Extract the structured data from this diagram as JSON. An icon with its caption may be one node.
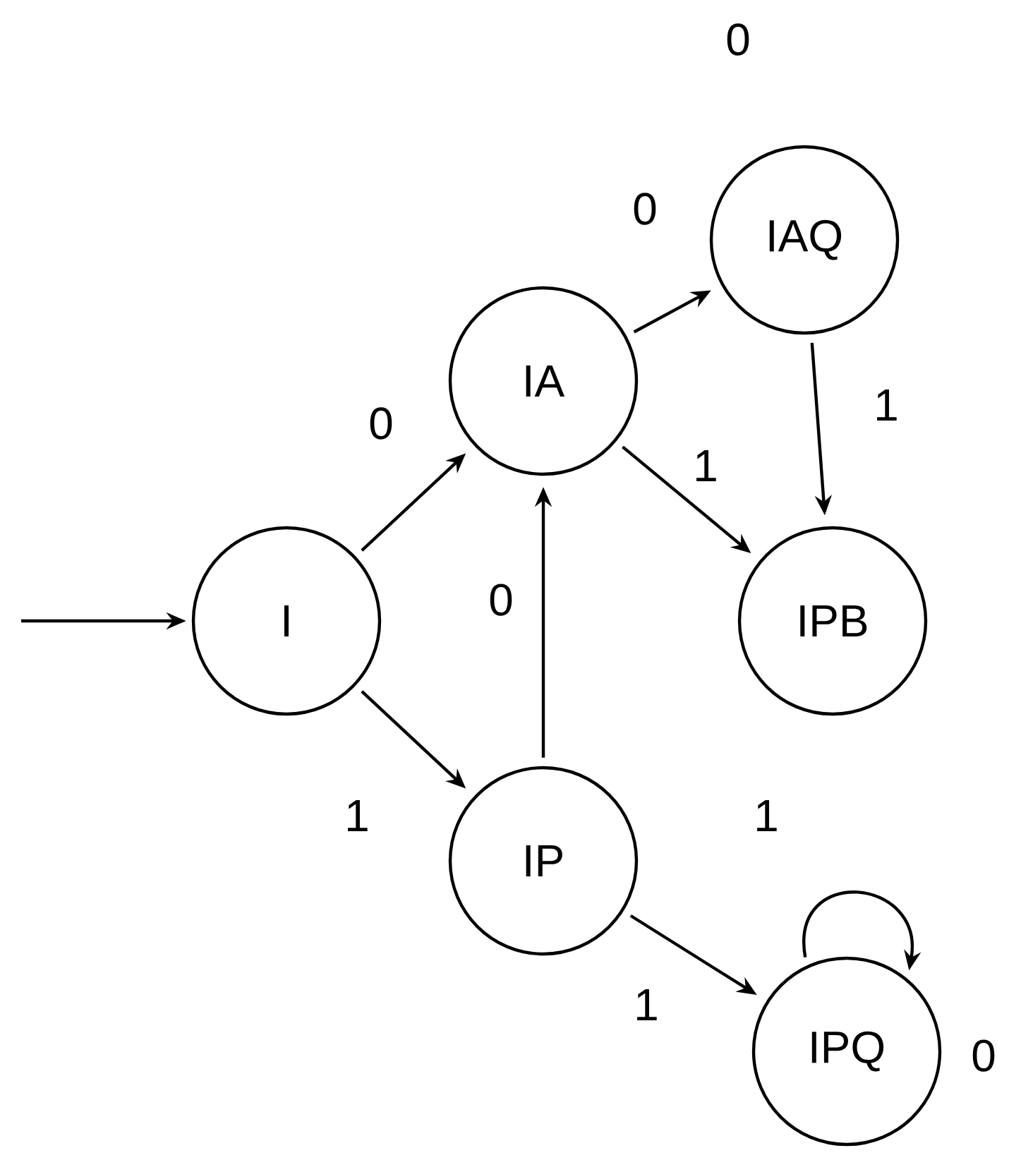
{
  "diagram": {
    "nodes": [
      {
        "text": [
          "I"
        ]
      },
      {
        "text": [
          "IA"
        ]
      },
      {
        "text": [
          "IAQ"
        ]
      },
      {
        "text": [
          "IPB"
        ]
      },
      {
        "text": [
          "IP"
        ]
      },
      {
        "text": [
          "IPQ"
        ],
        "beside": [
          "0"
        ]
      }
    ],
    "edges": [
      {
        "from": null,
        "to": 0,
        "arrow": "to"
      },
      {
        "from": 0,
        "to": 1,
        "arrow": "to",
        "label": "0"
      },
      {
        "from": 0,
        "to": 4,
        "arrow": "to",
        "label": "1"
      },
      {
        "from": 1,
        "to": 2,
        "arrow": "to",
        "label": "0"
      },
      {
        "from": 2,
        "to": 3,
        "arrow": "to",
        "label": "1"
      },
      {
        "from": 1,
        "to": 3,
        "arrow": "to",
        "label": "1"
      },
      {
        "from": 4,
        "to": 1,
        "arrow": "to",
        "label": "0"
      },
      {
        "from": 4,
        "to": 5,
        "arrow": "to",
        "label": "1"
      },
      {
        "from": 5,
        "to": 5,
        "arrow": "to",
        "label": "1"
      }
    ],
    "labels": [
      "0"
    ]
  }
}
